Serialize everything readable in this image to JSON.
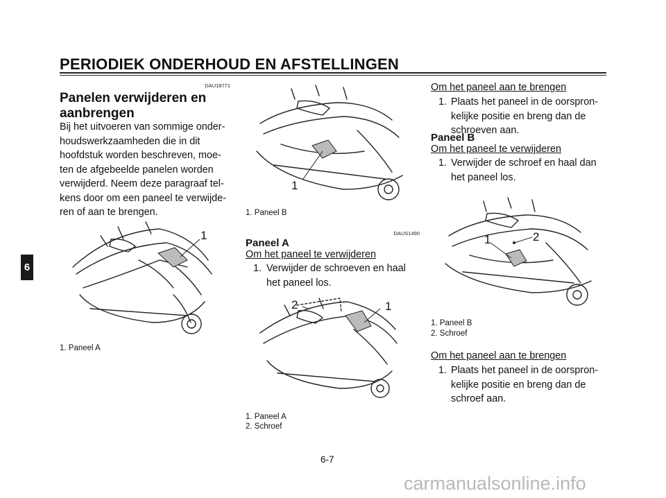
{
  "header": {
    "title": "PERIODIEK ONDERHOUD EN AFSTELLINGEN",
    "chapter": "6"
  },
  "col1": {
    "code": "DAU18771",
    "title_line1": "Panelen verwijderen en",
    "title_line2": "aanbrengen",
    "intro": [
      "Bij het uitvoeren van sommige onder-",
      "houdswerkzaamheden die in dit",
      "hoofdstuk worden beschreven, moe-",
      "ten de afgebeelde panelen worden",
      "verwijderd. Neem deze paragraaf tel-",
      "kens door om een paneel te verwijde-",
      "ren of aan te brengen."
    ],
    "fig_callout": "1",
    "fig_caption": "1. Paneel A"
  },
  "col2": {
    "fig1_callout": "1",
    "fig1_caption": "1. Paneel B",
    "code": "DAUS1490",
    "heading": "Paneel A",
    "remove_title": "Om het paneel te verwijderen",
    "remove_step_num": "1.",
    "remove_step_line1": "Verwijder de schroeven en haal",
    "remove_step_line2": "het paneel los.",
    "fig2_callout1": "1",
    "fig2_callout2": "2",
    "fig2_caption1": "1. Paneel A",
    "fig2_caption2": "2. Schroef"
  },
  "col3": {
    "install_title": "Om het paneel aan te brengen",
    "install_step_num": "1.",
    "install_step_line1": "Plaats het paneel in de oorspron-",
    "install_step_line2": "kelijke positie en breng dan de",
    "install_step_line3": "schroeven aan.",
    "heading": "Paneel B",
    "remove_title": "Om het paneel te verwijderen",
    "remove_step_num": "1.",
    "remove_step_line1": "Verwijder de schroef en haal dan",
    "remove_step_line2": "het paneel los.",
    "fig_callout1": "1",
    "fig_callout2": "2",
    "fig_caption1": "1. Paneel B",
    "fig_caption2": "2. Schroef",
    "install2_title": "Om het paneel aan te brengen",
    "install2_step_num": "1.",
    "install2_step_line1": "Plaats het paneel in de oorspron-",
    "install2_step_line2": "kelijke positie en breng dan de",
    "install2_step_line3": "schroef aan."
  },
  "footer": {
    "page_number": "6-7",
    "watermark": "carmanualsonline.info"
  }
}
